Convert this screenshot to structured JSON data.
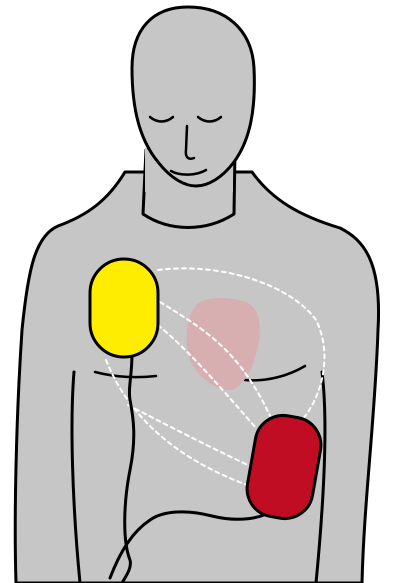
{
  "figure": {
    "subject": "torso-with-aed-electrode-pads",
    "colors": {
      "background": "#ffffff",
      "skin": "#c6c6c6",
      "outline": "#000000",
      "heart": "#d8aeb0",
      "pad_right": "#ffed00",
      "pad_left": "#c00d24",
      "current_path": "#ffffff"
    },
    "pads": [
      {
        "id": "pad-upper-right-chest",
        "color": "yellow"
      },
      {
        "id": "pad-lower-left-side",
        "color": "red"
      }
    ],
    "icons": [
      "face-icon",
      "heart-icon",
      "electrode-pad-icon",
      "cable-icon"
    ]
  }
}
